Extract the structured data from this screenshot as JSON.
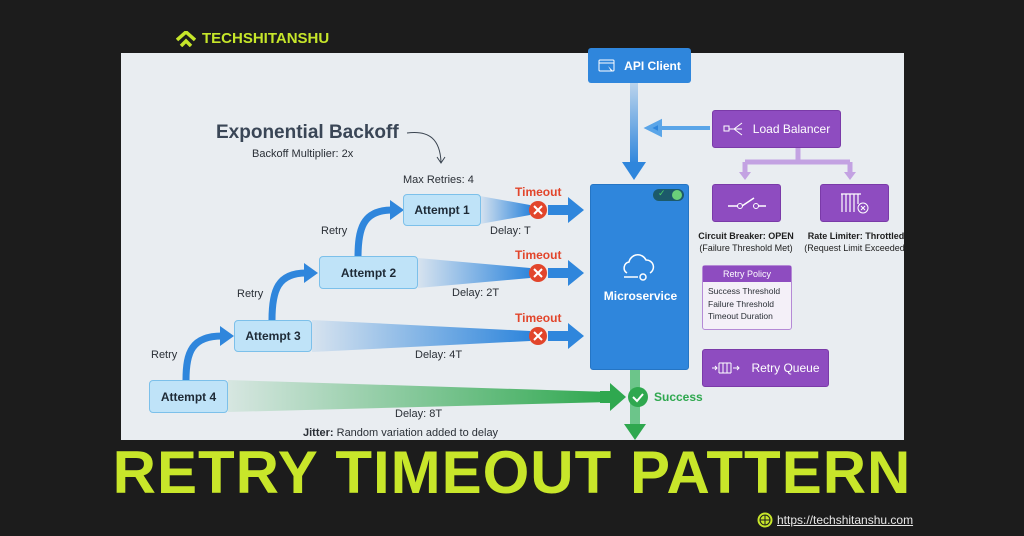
{
  "brand": {
    "name": "TECHSHITANSHU",
    "url": "https://techshitanshu.com"
  },
  "heading": {
    "title": "Exponential Backoff",
    "multiplier": "Backoff Multiplier: 2x",
    "max_retries": "Max Retries: 4"
  },
  "attempts": [
    {
      "label": "Attempt 1",
      "delay": "Delay: T",
      "outcome": "Timeout"
    },
    {
      "label": "Attempt 2",
      "delay": "Delay: 2T",
      "outcome": "Timeout"
    },
    {
      "label": "Attempt 3",
      "delay": "Delay: 4T",
      "outcome": "Timeout"
    },
    {
      "label": "Attempt 4",
      "delay": "Delay: 8T",
      "outcome": "Success"
    }
  ],
  "retry_label": "Retry",
  "jitter": {
    "bold": "Jitter:",
    "text": " Random variation added to delay"
  },
  "api_client": "API Client",
  "microservice": "Microservice",
  "load_balancer": "Load Balancer",
  "circuit_breaker": {
    "title": "Circuit Breaker: OPEN",
    "sub": "(Failure Threshold Met)"
  },
  "rate_limiter": {
    "title": "Rate Limiter: Throttled",
    "sub": "(Request Limit Exceeded)"
  },
  "retry_policy": {
    "title": "Retry Policy",
    "items": [
      "Success Threshold",
      "Failure Threshold",
      "Timeout Duration"
    ]
  },
  "retry_queue": "Retry Queue",
  "page_title": "RETRY TIMEOUT PATTERN",
  "colors": {
    "accent": "#c8e62a",
    "blue": "#2f86dc",
    "purple": "#8e4cc0",
    "error": "#e2452b",
    "success": "#2fa84f"
  }
}
